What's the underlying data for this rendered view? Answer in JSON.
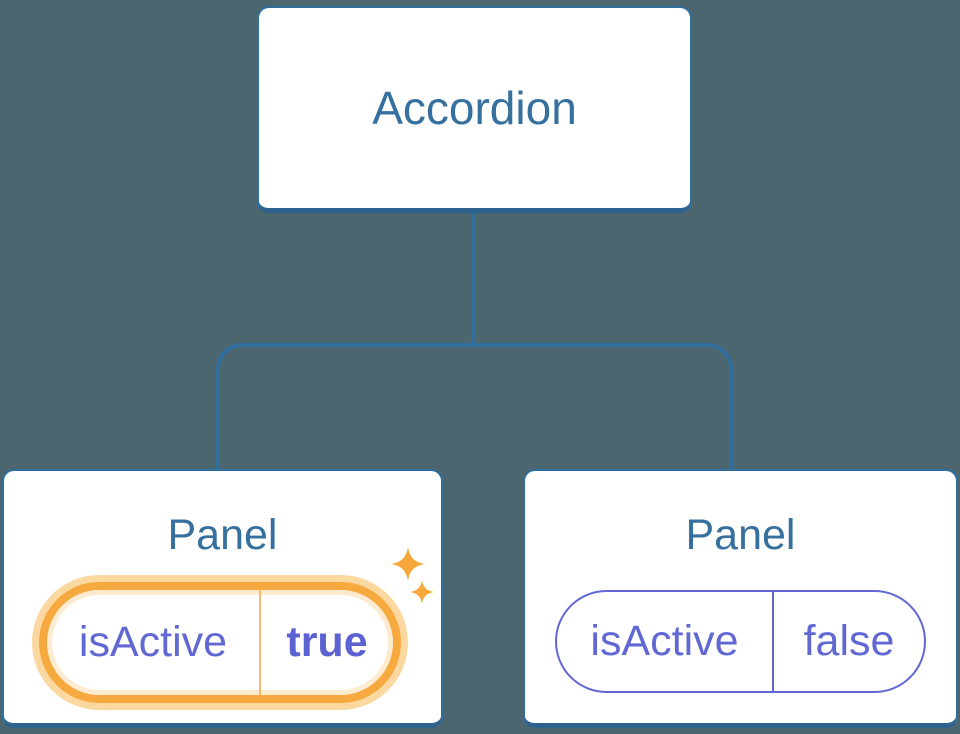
{
  "diagram": {
    "root_node": {
      "label": "Accordion"
    },
    "panel_nodes": [
      {
        "label": "Panel",
        "state_key": "isActive",
        "state_value": "true",
        "highlighted": true,
        "sparkles": true
      },
      {
        "label": "Panel",
        "state_key": "isActive",
        "state_value": "false",
        "highlighted": false,
        "sparkles": false
      }
    ]
  },
  "colors": {
    "background": "#4C6670",
    "node_fill": "#FFFFFF",
    "node_border": "#2F6E9D",
    "node_border_bottom": "#2D628F",
    "node_text": "#35709E",
    "connector": "#2F6E9D",
    "active_ring": "#F6A93F",
    "active_halo": "#FAD8A0",
    "active_divider": "#F4BA6D",
    "sparkle": "#F6A83C",
    "state_text": "#6168D3"
  }
}
